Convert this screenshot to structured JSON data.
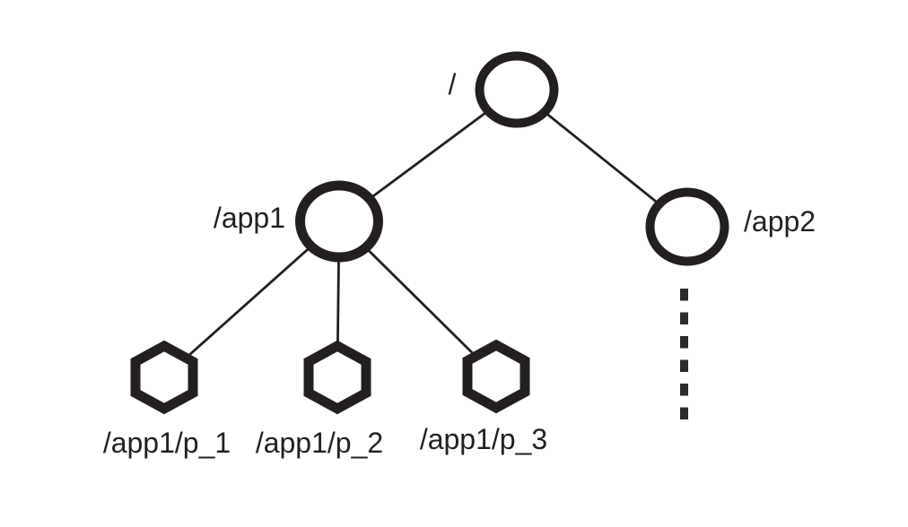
{
  "figure": {
    "background_color": "#ffffff",
    "ink_color": "#231f20"
  },
  "diagram": {
    "type": "tree",
    "nodes": [
      {
        "id": "root",
        "label": "/",
        "shape": "circle",
        "label_position": "left"
      },
      {
        "id": "app1",
        "label": "/app1",
        "shape": "circle",
        "label_position": "left",
        "parent": "root"
      },
      {
        "id": "app2",
        "label": "/app2",
        "shape": "circle",
        "label_position": "right",
        "parent": "root"
      },
      {
        "id": "app1-p1",
        "label": "/app1/p_1",
        "shape": "hexagon",
        "label_position": "below",
        "parent": "app1"
      },
      {
        "id": "app1-p2",
        "label": "/app1/p_2",
        "shape": "hexagon",
        "label_position": "below",
        "parent": "app1"
      },
      {
        "id": "app1-p3",
        "label": "/app1/p_3",
        "shape": "hexagon",
        "label_position": "below",
        "parent": "app1"
      }
    ],
    "edges": [
      {
        "from": "root",
        "to": "app1",
        "style": "solid"
      },
      {
        "from": "root",
        "to": "app2",
        "style": "solid"
      },
      {
        "from": "app1",
        "to": "app1-p1",
        "style": "solid"
      },
      {
        "from": "app1",
        "to": "app1-p2",
        "style": "solid"
      },
      {
        "from": "app1",
        "to": "app1-p3",
        "style": "solid"
      },
      {
        "from": "app2",
        "to": "",
        "style": "dashed"
      }
    ]
  }
}
